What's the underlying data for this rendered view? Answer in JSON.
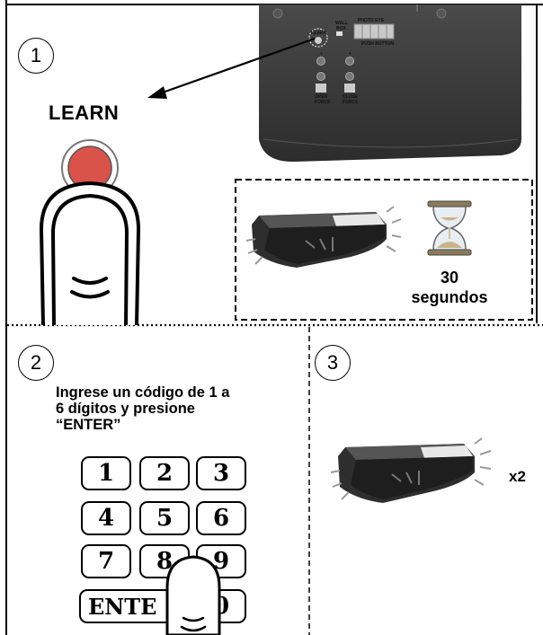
{
  "steps": {
    "one": "1",
    "two": "2",
    "three": "3"
  },
  "step1": {
    "learn_label": "LEARN",
    "timer_number": "30",
    "timer_unit": "segundos",
    "panel": {
      "learn": "LEARN",
      "wall": "WALL",
      "box": "BOX",
      "photo_eye": "PHOTO EYE",
      "push_button": "PUSH BUTTON",
      "open_force": "OPEN",
      "open_force2": "FORCE",
      "close_force": "CLOSE",
      "close_force2": "FORCE",
      "plus": "+",
      "minus": "−"
    }
  },
  "step2": {
    "instruction_line1": "Ingrese un código de 1 a",
    "instruction_line2": "6 dígitos y presione",
    "instruction_line3": "“ENTER”",
    "keys": [
      "1",
      "2",
      "3",
      "4",
      "5",
      "6",
      "7",
      "8",
      "9",
      "ENTE",
      "0"
    ]
  },
  "step3": {
    "repeat_label": "x2"
  },
  "colors": {
    "button_red": "#d9534a",
    "opener_dark": "#2e2e2e",
    "opener_panel": "#3a3a3a"
  }
}
